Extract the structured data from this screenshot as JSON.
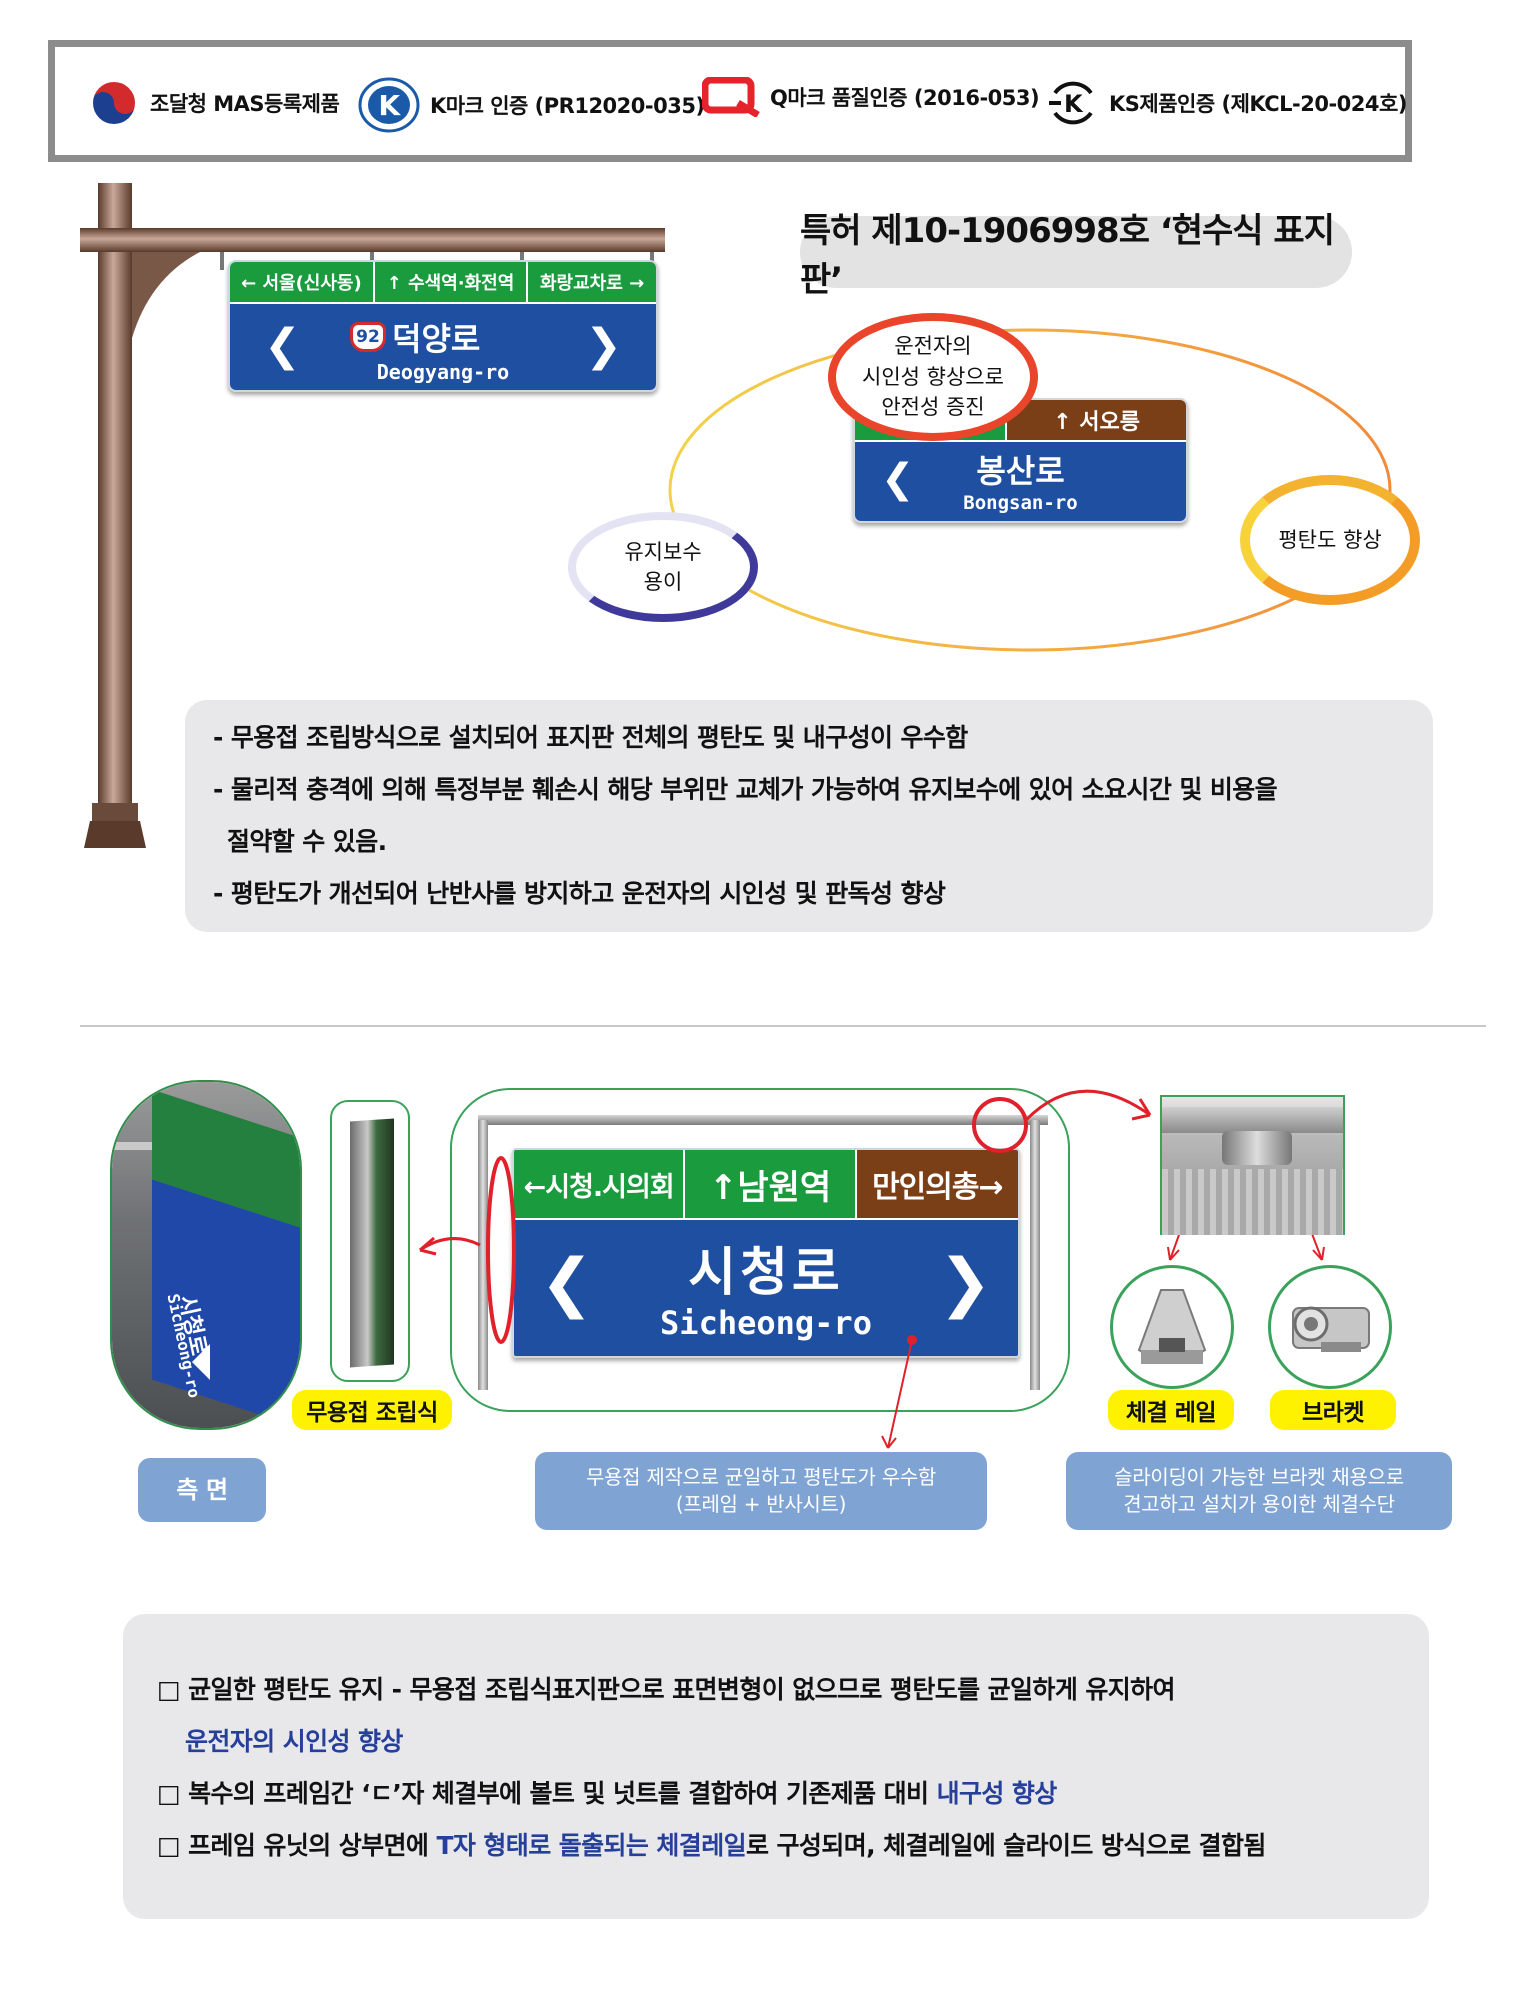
{
  "certifications": [
    {
      "icon": "korea-government-emblem-icon",
      "label": "조달청 MAS등록제품"
    },
    {
      "icon": "k-mark-icon",
      "label": "K마크 인증 (PR12020-035)"
    },
    {
      "icon": "q-mark-icon",
      "label": "Q마크 품질인증 (2016-053)"
    },
    {
      "icon": "ks-mark-icon",
      "label": "KS제품인증 (제KCL-20-024호)"
    }
  ],
  "sign1": {
    "dest1": "← 서울(신사동)",
    "dest2": "↑ 수색역·화전역",
    "dest3": "화랑교차로 →",
    "route_number": "92",
    "road_name": "덕양로",
    "road_roman": "Deogyang-ro",
    "left_arrow": "❮",
    "right_arrow": "❯"
  },
  "patent": "특허 제10-1906998호 ‘현수식 표지판’",
  "bubbles": {
    "visibility": "운전자의\n시인성 향상으로\n안전성 증진",
    "flatness": "평탄도 향상",
    "maintenance": "유지보수\n용이"
  },
  "sign2": {
    "dest": "↑ 서오릉",
    "road_name": "봉산로",
    "road_roman": "Bongsan-ro",
    "left_arrow": "❮"
  },
  "features_top": [
    "- 무용접 조립방식으로 설치되어 표지판 전체의 평탄도 및 내구성이 우수함",
    "- 물리적 충격에 의해 특정부분 훼손시 해당 부위만 교체가 가능하여 유지보수에 있어 소요시간 및 비용을",
    "  절약할 수 있음.",
    "- 평탄도가 개선되어 난반사를 방지하고 운전자의 시인성 및 판독성 향상"
  ],
  "sign3": {
    "dest1": "←시청.시의회",
    "dest2": "↑남원역",
    "dest3": "만인의총→",
    "road_name": "시청로",
    "road_roman": "Sicheong-ro",
    "left_arrow": "❮",
    "right_arrow": "❯"
  },
  "photo_sign": {
    "road_name": "시청로",
    "road_roman": "Sicheong-ro"
  },
  "labels": {
    "weldless_assembly": "무용접 조립식",
    "fastening_rail": "체결 레일",
    "bracket": "브라켓",
    "side_view": "측 면"
  },
  "captions": {
    "center_line1": "무용접 제작으로 균일하고 평탄도가 우수함",
    "center_line2": "(프레임 + 반사시트)",
    "right_line1": "슬라이딩이 가능한 브라켓 채용으로",
    "right_line2": "견고하고 설치가 용이한 체결수단"
  },
  "features_bottom": {
    "item1_prefix": "□ 균일한 평탄도 유지 - 무용접 조립식표지판으로 표면변형이 없으므로 평탄도를 균일하게 유지하여",
    "item1_highlight": "운전자의 시인성 향상",
    "item2_prefix": "□ 복수의 프레임간 ‘ㄷ’자 체결부에 볼트 및 넛트를 결합하여 기존제품 대비 ",
    "item2_highlight": "내구성 향상",
    "item3_prefix": "□ 프레임 유닛의 상부면에 ",
    "item3_highlight": "T자 형태로 돌출되는 체결레일",
    "item3_suffix": "로 구성되며, 체결레일에 슬라이드 방식으로 결합됨"
  },
  "colors": {
    "sign_blue": "#1f4fa1",
    "sign_green": "#1a9b3e",
    "sign_brown": "#7b3f17",
    "highlight_blue": "#263f9b",
    "caption_blue": "#7fa4d3",
    "label_yellow": "#fff200"
  }
}
